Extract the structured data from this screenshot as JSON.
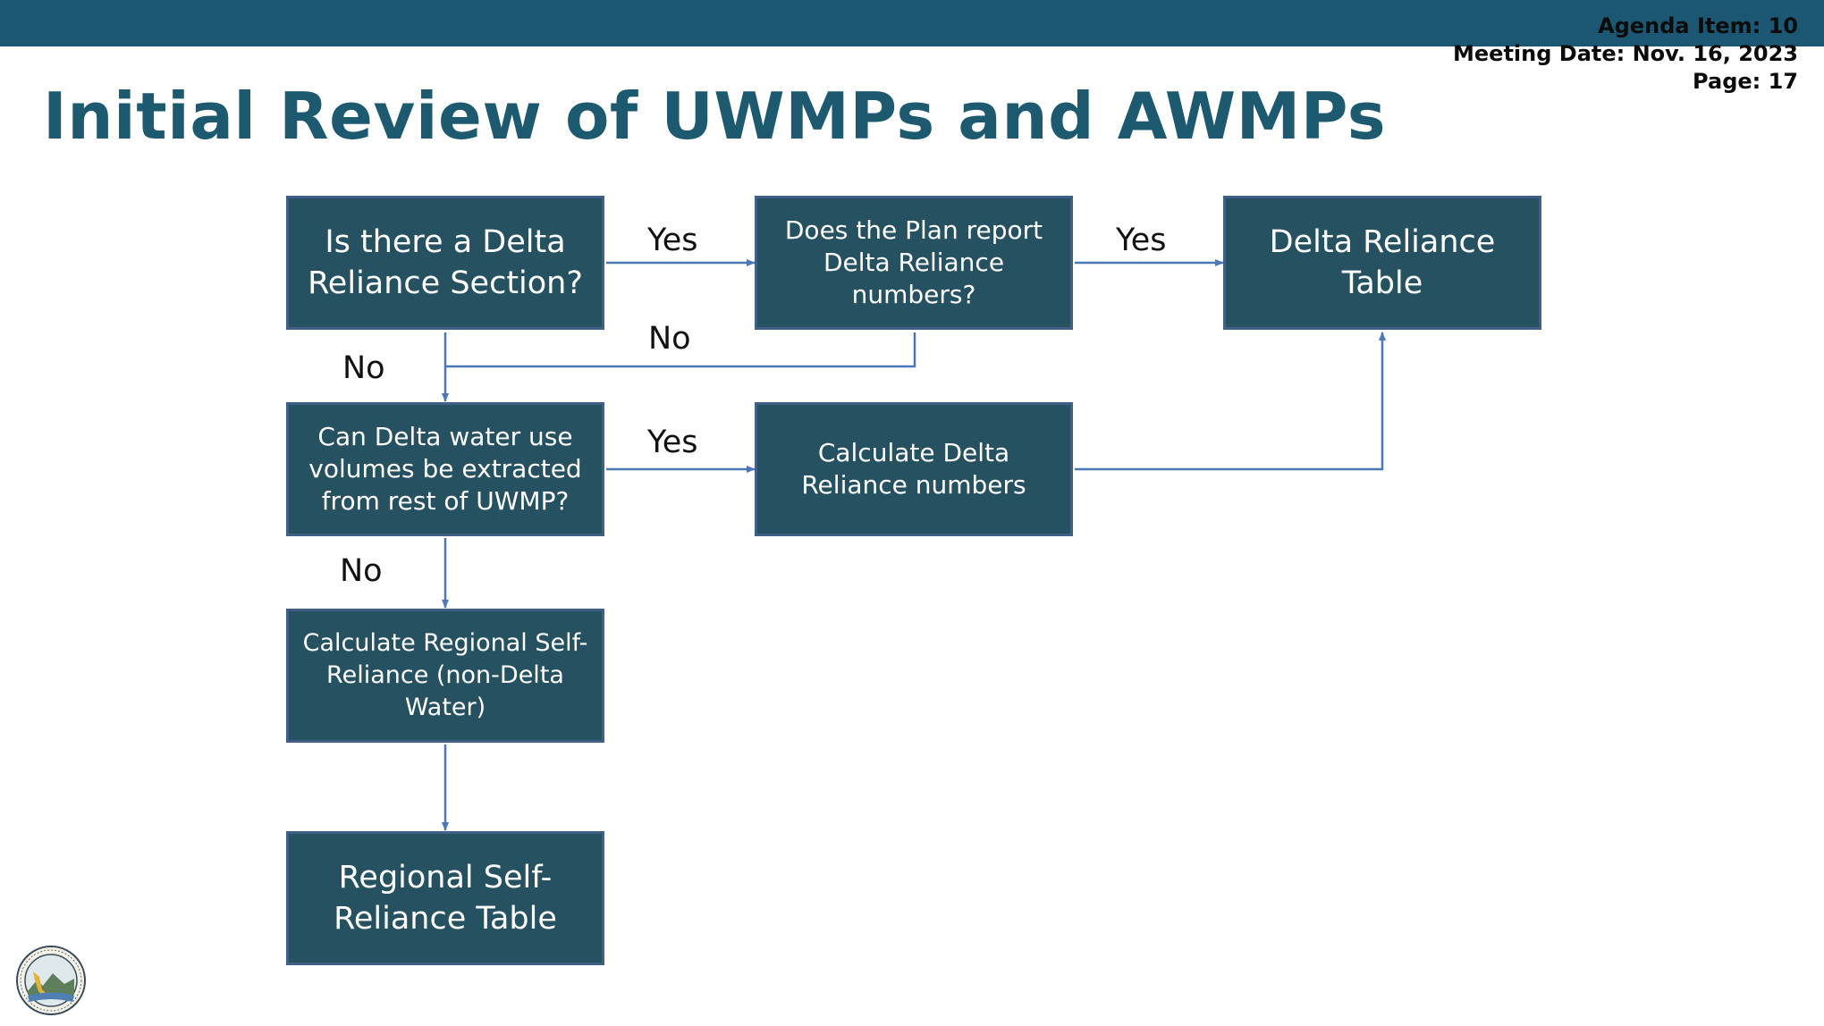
{
  "header": {
    "agenda_item": "Agenda Item: 10",
    "meeting_date": "Meeting Date: Nov. 16, 2023",
    "page": "Page: 17"
  },
  "title": "Initial Review of UWMPs and AWMPs",
  "nodes": {
    "delta_section": "Is there a Delta Reliance Section?",
    "plan_report": "Does the Plan report Delta Reliance numbers?",
    "delta_table": "Delta Reliance Table",
    "extract_volumes": "Can Delta water use volumes be extracted from rest of UWMP?",
    "calc_delta": "Calculate Delta Reliance numbers",
    "calc_regional": "Calculate Regional Self-Reliance (non-Delta Water)",
    "regional_table": "Regional Self-Reliance Table"
  },
  "edge_labels": {
    "yes_1": "Yes",
    "yes_2": "Yes",
    "no_1": "No",
    "no_2": "No",
    "yes_3": "Yes",
    "no_3": "No"
  },
  "colors": {
    "header_bar": "#1b5773",
    "title_text": "#1d5a70",
    "box_fill": "#265160",
    "box_border": "#3f5f86",
    "connector": "#4a78b6"
  },
  "icons": {
    "seal": "department-of-water-resources-seal"
  }
}
